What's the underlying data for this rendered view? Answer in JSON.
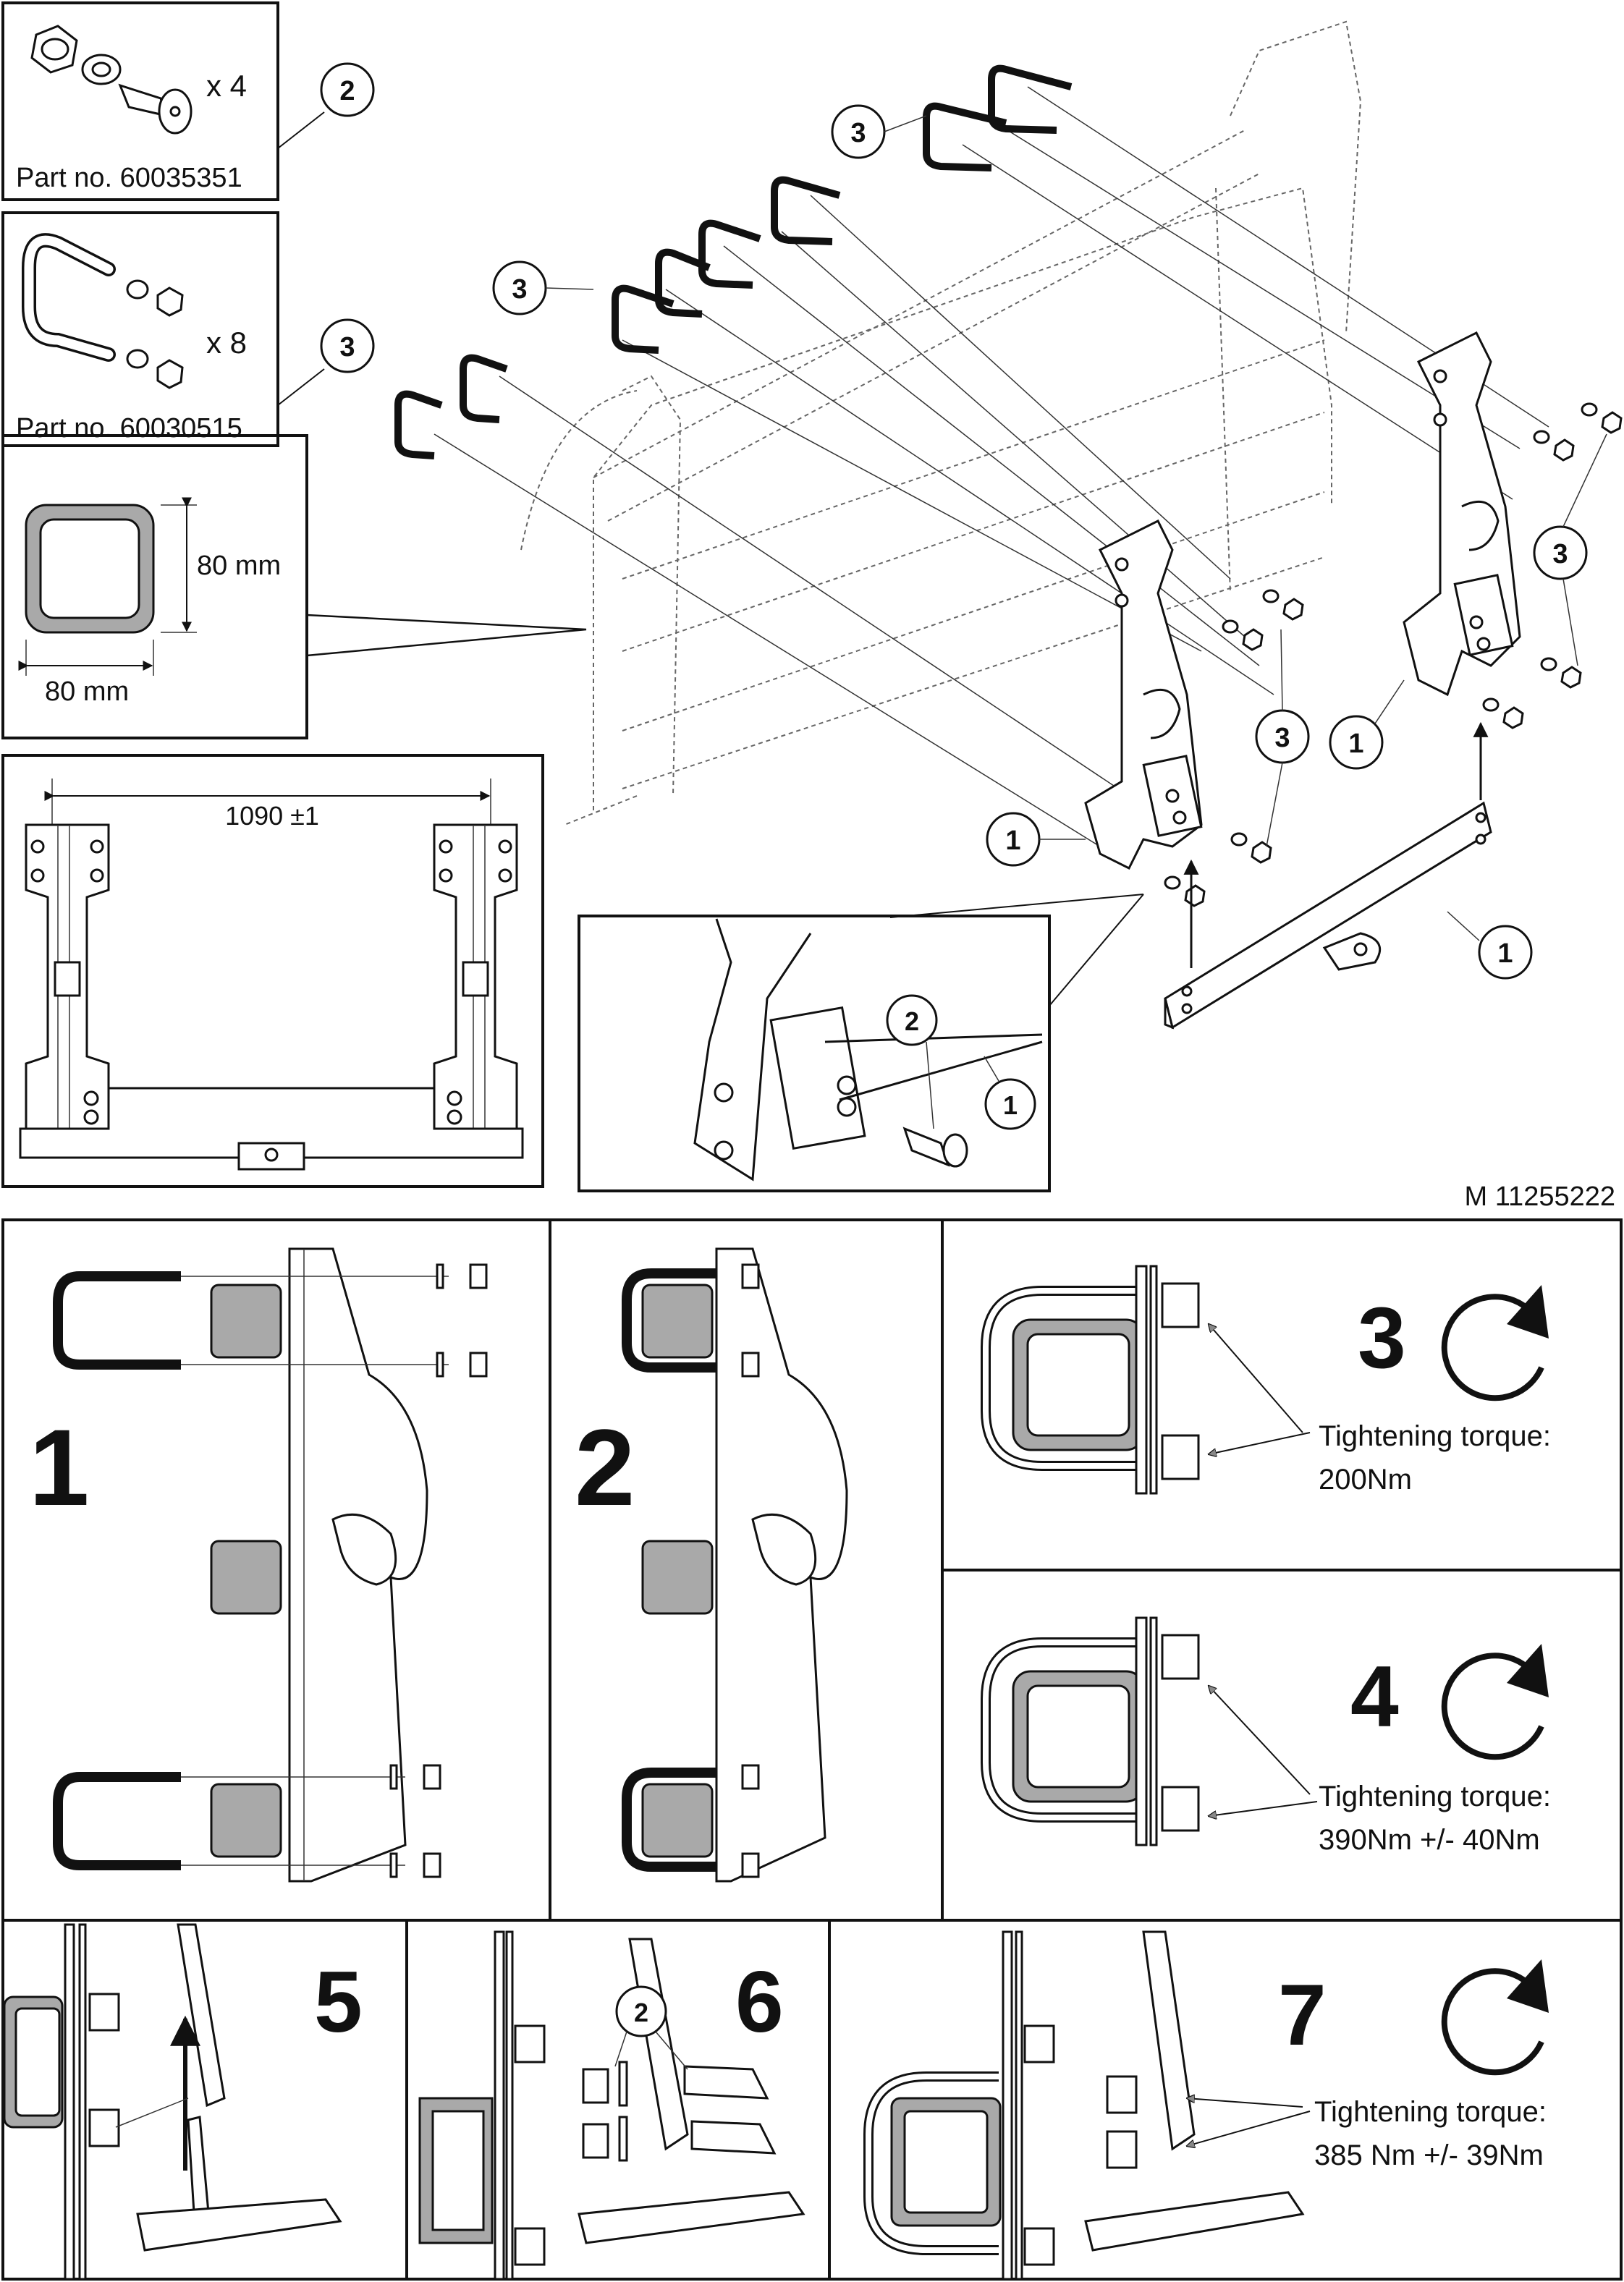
{
  "kit_boxes": {
    "bolt_kit": {
      "quantity": "x 4",
      "part_no": "Part no. 60035351",
      "callout": "2"
    },
    "ubolt_kit": {
      "quantity": "x 8",
      "part_no": "Part no. 60030515",
      "callout": "3"
    }
  },
  "profile": {
    "height_label": "80 mm",
    "width_label": "80 mm"
  },
  "frame_dimension": "1090 ±1",
  "callouts": {
    "one": "1",
    "two": "2",
    "three": "3"
  },
  "drawing_ref": "M 11255222",
  "steps": [
    {
      "number": "1"
    },
    {
      "number": "2"
    },
    {
      "number": "3",
      "torque_caption": "Tightening torque:",
      "torque_value": "200Nm"
    },
    {
      "number": "4",
      "torque_caption": "Tightening torque:",
      "torque_value": "390Nm +/- 40Nm"
    },
    {
      "number": "5"
    },
    {
      "number": "6"
    },
    {
      "number": "7",
      "torque_caption": "Tightening torque:",
      "torque_value": "385 Nm +/- 39Nm"
    }
  ],
  "icons": {
    "tighten": "clockwise-arrow-icon"
  }
}
